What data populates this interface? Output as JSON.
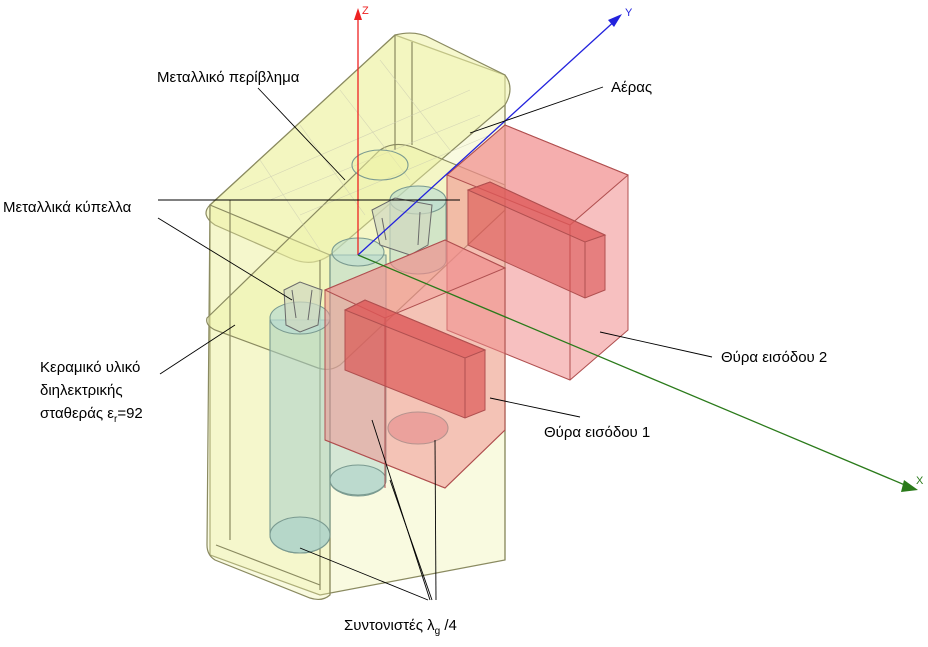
{
  "diagram": {
    "labels": {
      "enclosure": "Μεταλλικό περίβλημα",
      "air": "Αέρας",
      "cups": "Μεταλλικά κύπελλα",
      "ceramic_line1": "Κεραμικό υλικό",
      "ceramic_line2": "διηλεκτρικής",
      "ceramic_line3_prefix": "σταθεράς ε",
      "ceramic_line3_sub": "r",
      "ceramic_line3_suffix": "=92",
      "port2": "Θύρα εισόδου 2",
      "port1": "Θύρα εισόδου 1",
      "resonators_prefix": "Συντονιστές λ",
      "resonators_sub": "g",
      "resonators_suffix": " /4"
    },
    "axes": {
      "x": "X",
      "y": "Y",
      "z": "Z"
    },
    "colors": {
      "enclosure_fill": "#eef2a6",
      "enclosure_stroke": "#8a8a60",
      "ceramic_fill": "#a8d0c8",
      "port_fill": "#f08c8c",
      "port_fill_dark": "#d84848",
      "axis_x": "#2a7a1a",
      "axis_y": "#2222dd",
      "axis_z": "#ee2222"
    }
  }
}
